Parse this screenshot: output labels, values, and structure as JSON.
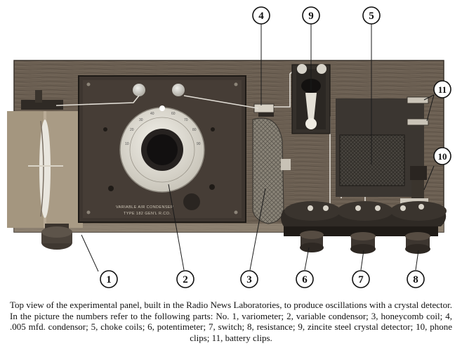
{
  "figure": {
    "callouts": [
      {
        "id": "1",
        "label": "1"
      },
      {
        "id": "2",
        "label": "2"
      },
      {
        "id": "3",
        "label": "3"
      },
      {
        "id": "4",
        "label": "4"
      },
      {
        "id": "5",
        "label": "5"
      },
      {
        "id": "6",
        "label": "6"
      },
      {
        "id": "7",
        "label": "7"
      },
      {
        "id": "8",
        "label": "8"
      },
      {
        "id": "9",
        "label": "9"
      },
      {
        "id": "10",
        "label": "10"
      },
      {
        "id": "11",
        "label": "11"
      }
    ],
    "condenser_plate": {
      "line1": "VARIABLE AIR CONDENSER",
      "line2": "TYPE 182 GEN'L R.CO."
    }
  },
  "caption": {
    "text": "Top view of the experimental panel, built in the Radio News Laboratories, to produce oscillations with a crystal detector. In the picture the numbers refer to the following parts: No. 1, variometer; 2, variable condensor; 3, honeycomb coil; 4, .005 mfd. condensor; 5, choke coils; 6, potentimeter; 7, switch; 8, resistance; 9, zincite steel crystal detector; 10, phone clips; 11, battery clips."
  }
}
